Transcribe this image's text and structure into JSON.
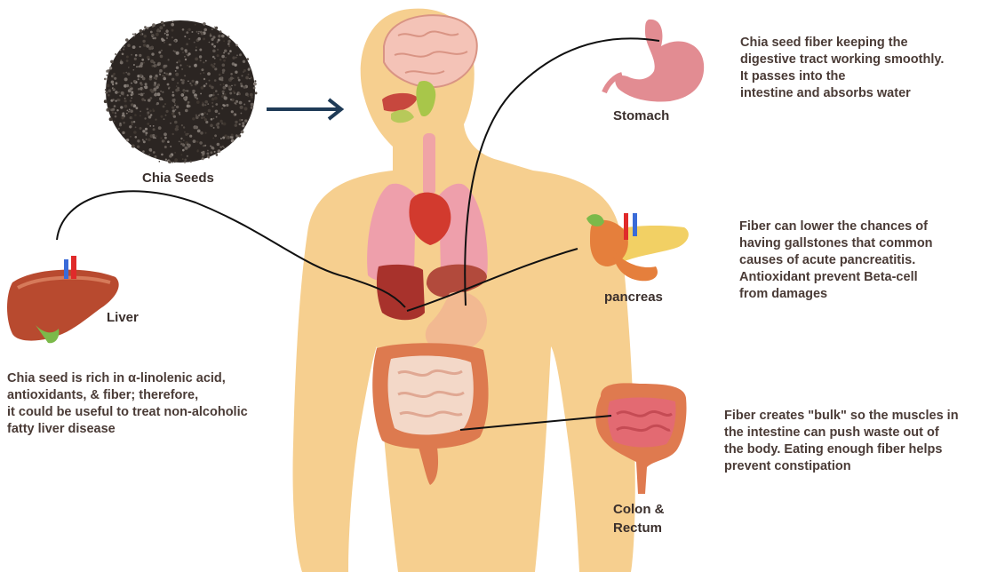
{
  "labels": {
    "chia": "Chia Seeds",
    "liver": "Liver",
    "stomach": "Stomach",
    "pancreas": "pancreas",
    "colon": "Colon &\nRectum"
  },
  "descriptions": {
    "liver": "Chia seed is rich in α-linolenic acid,\nantioxidants, & fiber; therefore,\nit could be useful to treat non-alcoholic\nfatty  liver disease",
    "stomach": "Chia seed fiber keeping the\ndigestive tract working smoothly.\nIt passes into the\nintestine and absorbs water",
    "pancreas": "Fiber can lower the chances of\nhaving gallstones that common\ncauses of acute pancreatitis.\nAntioxidant prevent Beta-cell\nfrom damages",
    "colon": "Fiber creates \"bulk\" so the muscles in\nthe intestine can push waste out of\nthe body. Eating enough fiber helps\nprevent constipation"
  },
  "colors": {
    "skin": "#f6cf8f",
    "arrow": "#1f3b57",
    "connector": "#111111",
    "liver": "#a8322c",
    "stomach": "#e28c92",
    "colon": "#df7a4f",
    "pancreas": "#f2d064"
  }
}
